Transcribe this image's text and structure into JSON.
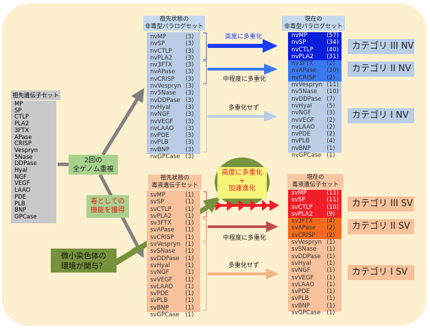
{
  "ancestral": {
    "title": "祖先遺伝子セット",
    "genes": [
      "MP",
      "SP",
      "CTLP",
      "PLA2",
      "3FTX",
      "APase",
      "CRISP",
      "Vespryn",
      "5Nase",
      "DDPase",
      "Hyal",
      "NGF",
      "VEGF",
      "LAAO",
      "PDE",
      "PLB",
      "BNP",
      "GPCase"
    ]
  },
  "wgd_label": [
    "2回の",
    "全ゲノム重複"
  ],
  "venom_gain_label": [
    "毒としての",
    "機能を獲得"
  ],
  "microchromosome_label": [
    "微小染色体の",
    "環境が関与？"
  ],
  "acceleration_label": [
    "高度に多重化",
    "+",
    "加速進化"
  ],
  "nv_ancestral": {
    "title": [
      "祖先状態の",
      "非毒型パラログセット"
    ],
    "rows": [
      [
        "nvMP",
        "(3)"
      ],
      [
        "nvSP",
        "(3)"
      ],
      [
        "nvCTLP",
        "(3)"
      ],
      [
        "nvPLA2",
        "(3)"
      ],
      [
        "nv3FTX",
        "(3)"
      ],
      [
        "nvAPase",
        "(3)"
      ],
      [
        "nvCRISP",
        "(3)"
      ],
      [
        "nvVespryn",
        "(3)"
      ],
      [
        "nv5Nase",
        "(3)"
      ],
      [
        "nvDDPase",
        "(3)"
      ],
      [
        "nvHyal",
        "(3)"
      ],
      [
        "nvNGF",
        "(3)"
      ],
      [
        "nvVEGF",
        "(3)"
      ],
      [
        "nvLAAO",
        "(3)"
      ],
      [
        "nvPDE",
        "(3)"
      ],
      [
        "nvPLB",
        "(3)"
      ],
      [
        "nvBNP",
        "(3)"
      ],
      [
        "nvGPCase",
        "(3)"
      ]
    ]
  },
  "nv_current": {
    "title": [
      "現在の",
      "非毒型パラログセット"
    ],
    "rows": [
      [
        "nvMP",
        "(57)"
      ],
      [
        "nvSP",
        "(34)"
      ],
      [
        "nvCTLP",
        "(40)"
      ],
      [
        "nvPLA2",
        "(31)"
      ],
      [
        "nv3FTX",
        "(2)"
      ],
      [
        "nvAPase",
        "(10)"
      ],
      [
        "nvCRISP",
        "(2)"
      ],
      [
        "nvVespryn",
        "(11)"
      ],
      [
        "nv5Nase",
        "(10)"
      ],
      [
        "nvDDPase",
        "(7)"
      ],
      [
        "nvHyal",
        "(5)"
      ],
      [
        "nvNGF",
        "(3)"
      ],
      [
        "nvVEGF",
        "(2)"
      ],
      [
        "nvLAAO",
        "(2)"
      ],
      [
        "nvPDE",
        "(2)"
      ],
      [
        "nvPLB",
        "(4)"
      ],
      [
        "nvBNP",
        "(1)"
      ],
      [
        "nvGPCase",
        "(1)"
      ]
    ]
  },
  "sv_ancestral": {
    "title": [
      "祖先状態の",
      "毒液遺伝子セット"
    ],
    "rows": [
      [
        "svMP",
        "(1)"
      ],
      [
        "svSP",
        "(1)"
      ],
      [
        "svCTLP",
        "(1)"
      ],
      [
        "svPLA2",
        "(1)"
      ],
      [
        "sv3FTX",
        "(1)"
      ],
      [
        "svAPase",
        "(1)"
      ],
      [
        "svCRISP",
        "(1)"
      ],
      [
        "svVespryn",
        "(1)"
      ],
      [
        "svSNase",
        "(1)"
      ],
      [
        "svDDPase",
        "(1)"
      ],
      [
        "svHyal",
        "(1)"
      ],
      [
        "svNGF",
        "(1)"
      ],
      [
        "svVEGF",
        "(1)"
      ],
      [
        "svLAAO",
        "(1)"
      ],
      [
        "svPDE",
        "(1)"
      ],
      [
        "svPLB",
        "(1)"
      ],
      [
        "svBNP",
        "(1)"
      ],
      [
        "svGPCase",
        "(1)"
      ]
    ]
  },
  "sv_current": {
    "title": [
      "現在の",
      "毒液遺伝子セット"
    ],
    "rows": [
      [
        "svMP",
        "(11)"
      ],
      [
        "svSP",
        "(11)"
      ],
      [
        "svCTLP",
        "(10)"
      ],
      [
        "svPLA2",
        "(9)"
      ],
      [
        "sv3FTX",
        "(4)"
      ],
      [
        "svAPase",
        "(2)"
      ],
      [
        "svCRISP",
        "(2)"
      ],
      [
        "svVespryn",
        "(1)"
      ],
      [
        "svSNase",
        "(1)"
      ],
      [
        "svDDPase",
        "(1)"
      ],
      [
        "svHyal",
        "(1)"
      ],
      [
        "svNGF",
        "(1)"
      ],
      [
        "svVEGF",
        "(1)"
      ],
      [
        "svLAAO",
        "(1)"
      ],
      [
        "svPDE",
        "(1)"
      ],
      [
        "svPLB",
        "(1)"
      ],
      [
        "svBNP",
        "(1)"
      ],
      [
        "svGPCase",
        "(1)"
      ]
    ]
  },
  "arrows": {
    "high": "高度に多重化",
    "mid": "中程度に多重化",
    "none": "多重化せず",
    "sv_mid": "中程度に多重化",
    "sv_none": "多重化せず"
  },
  "categories": {
    "nv3": "カテゴリ III NV",
    "nv2": "カテゴリ II NV",
    "nv1": "カテゴリ I NV",
    "sv3": "カテゴリ III SV",
    "sv2": "カテゴリ II SV",
    "sv1": "カテゴリ I SV"
  },
  "colors": {
    "bg": "#fdf0cf",
    "nv_high": "#0a1edc",
    "nv_mid": "#3a78f2",
    "nv_low": "#b9cde6",
    "sv_high": "#f01e28",
    "sv_mid": "#f26a1e",
    "sv_low": "#f6c19b",
    "olive": "#76923c",
    "green_box": "#a9d18e"
  }
}
